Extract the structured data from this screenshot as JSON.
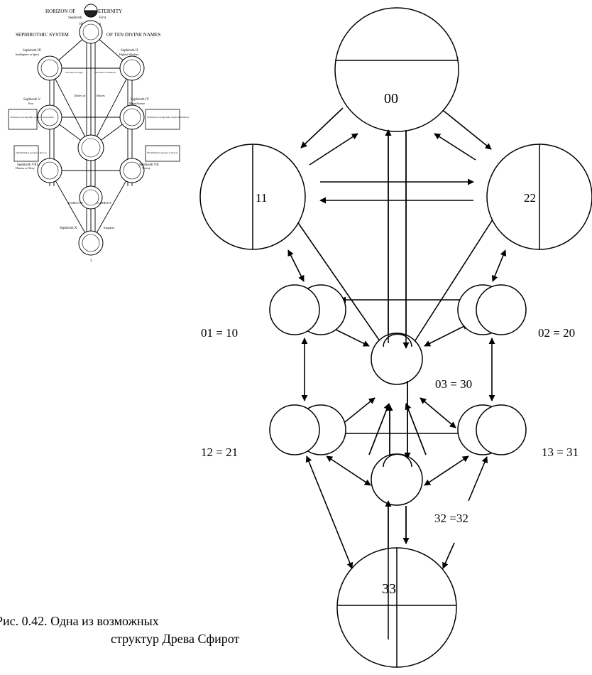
{
  "inset": {
    "title_left": "HORIZON OF",
    "title_right": "ETERNITY",
    "sub_left": "Sephiroth",
    "sub_right": "First",
    "crown": "Highest Crown",
    "system_left": "SEPHIROTHIC SYSTEM",
    "system_right": "OF TEN DIVINE NAMES",
    "seph3": "Sephiroth III",
    "seph3_sub": "Intelligence or Spirit",
    "seph2": "Sephiroth II",
    "seph2_sub": "Highest Wisdom",
    "seph5": "Sephiroth V",
    "seph5_sub": "Fear",
    "seph4": "Sephiroth IV",
    "seph4_sub": "Magnificence",
    "seph8": "Sephiroth VIII",
    "seph8_sub": "Honour or Glory",
    "seph7": "Sephiroth VII",
    "seph7_sub": "Victory",
    "seph10": "Sephiroth X",
    "seph10_sub": "Kingdom",
    "gates_left": "50 Gates of Light",
    "gates_right": "50 Gates of Wisdom",
    "tables": "Tables of",
    "moses": "Moses",
    "box_left": "50 Princes tracing their origin from Severity",
    "box_right": "50 Princes tracing their origin from Mercy",
    "box_left2": "248 Affirmative precepts of the Law",
    "box_right2": "365 Affirmative precepts of the Law",
    "world": "WORLD OF",
    "elements": "ELEMENTS",
    "page_mark": "3"
  },
  "diagram": {
    "nodes": [
      {
        "id": "top",
        "label": "00"
      },
      {
        "id": "left_big",
        "label": "11"
      },
      {
        "id": "right_big",
        "label": "22"
      },
      {
        "id": "bottom",
        "label": "33"
      }
    ],
    "side_labels": {
      "l1": "01 = 10",
      "r1": "02 = 20",
      "c1": "03 = 30",
      "l2": "12 = 21",
      "r2": "13 = 31",
      "c2": "32 =32"
    }
  },
  "caption": {
    "line1": "Рис. 0.42.  Одна из возможных",
    "line2": "структур Древа Сфирот"
  }
}
